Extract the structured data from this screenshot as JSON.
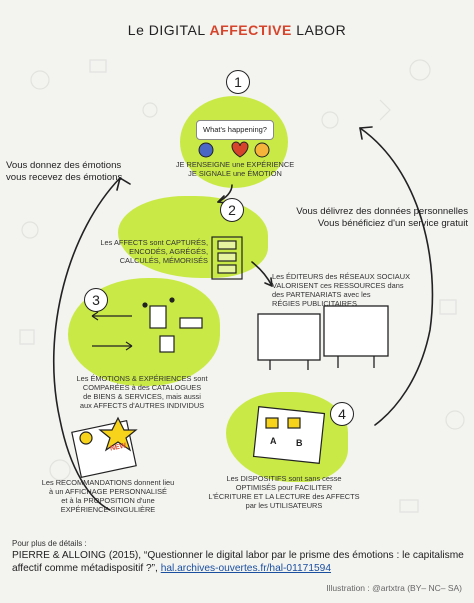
{
  "title": {
    "prefix": "Le DIGITAL",
    "accent": "AFFECTIVE",
    "suffix": "LABOR"
  },
  "steps": [
    {
      "number": "1",
      "lines": [
        "JE RENSEIGNE une EXPÉRIENCE",
        "JE SIGNALE une ÉMOTION"
      ]
    },
    {
      "number": "2",
      "lines": [
        "Les AFFECTS sont CAPTURÉS,",
        "ENCODÉS, AGRÉGÉS,",
        "CALCULÉS, MÉMORISÉS"
      ]
    },
    {
      "number": "3",
      "lines": [
        "Les ÉMOTIONS & EXPÉRIENCES sont",
        "COMPARÉES à des CATALOGUES",
        "de BIENS & SERVICES, mais aussi",
        "aux AFFECTS d'AUTRES INDIVIDUS"
      ]
    },
    {
      "number": "4",
      "lines": [
        "Les DISPOSITIFS sont sans cesse",
        "OPTIMISÉS pour FACILITER",
        "L'ÉCRITURE ET LA LECTURE des AFFECTS",
        "par les UTILISATEURS"
      ]
    }
  ],
  "editeurs": [
    "Les ÉDITEURS des RÉSEAUX SOCIAUX",
    "VALORISENT ces RESSOURCES dans",
    "des PARTENARIATS avec les",
    "RÉGIES PUBLICITAIRES"
  ],
  "recommandations": [
    "Les RECOMMANDATIONS donnent lieu",
    "à un AFFICHAGE PERSONNALISÉ",
    "et à la PROPOSITION d'une",
    "EXPÉRIENCE SINGULIÈRE"
  ],
  "side_left": [
    "Vous donnez des émotions",
    "vous recevez des émotions"
  ],
  "side_right": [
    "Vous délivrez des données personnelles",
    "Vous bénéficiez d'un service gratuit"
  ],
  "whats_happening": "What's happening?",
  "sticker_new": "NEW",
  "dispositif_labels": {
    "a": "A",
    "b": "B"
  },
  "footer": {
    "pour_plus": "Pour plus de détails :",
    "ref_text": "PIERRE & ALLOING (2015), “Questionner le digital labor par le prisme des émotions : le capitalisme affectif comme métadispositif ?”, ",
    "ref_link": "hal.archives-ouvertes.fr/hal-01171594",
    "credit": "Illustration : @artxtra (BY– NC– SA)"
  },
  "colors": {
    "accent": "#d6452b",
    "blob": "#c9ea46",
    "link": "#1a4fa0"
  }
}
